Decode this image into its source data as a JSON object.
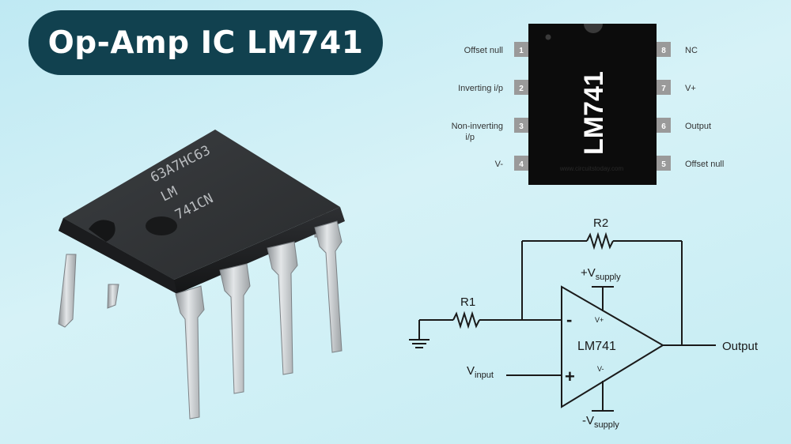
{
  "title": "Op-Amp IC LM741",
  "chip_photo": {
    "marking_line1": "63A7HC63",
    "marking_line2": "LM",
    "marking_line3": "741CN"
  },
  "pinout": {
    "chip_label": "LM741",
    "watermark": "www.circuitstoday.com",
    "left_pins": [
      {
        "number": "1",
        "label": "Offset null"
      },
      {
        "number": "2",
        "label": "Inverting i/p"
      },
      {
        "number": "3",
        "label_line1": "Non-inverting",
        "label_line2": "i/p"
      },
      {
        "number": "4",
        "label": "V-"
      }
    ],
    "right_pins": [
      {
        "number": "8",
        "label": "NC"
      },
      {
        "number": "7",
        "label": "V+"
      },
      {
        "number": "6",
        "label": "Output"
      },
      {
        "number": "5",
        "label": "Offset null"
      }
    ]
  },
  "circuit": {
    "r1": "R1",
    "r2": "R2",
    "vsupply_pos_main": "+V",
    "vsupply_pos_sub": "supply",
    "vsupply_neg_main": "-V",
    "vsupply_neg_sub": "supply",
    "vinput_main": "V",
    "vinput_sub": "input",
    "output": "Output",
    "opamp_label": "LM741",
    "minus": "-",
    "plus": "+",
    "vplus_pin": "V+",
    "vminus_pin": "V-"
  }
}
